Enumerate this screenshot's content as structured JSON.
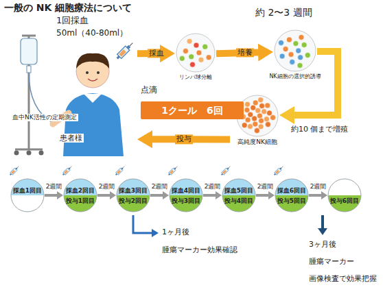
{
  "diagram": {
    "title": "一般の NK 細胞療法について",
    "nodes": [
      {
        "text": [
          "患者様"
        ]
      },
      {
        "text": [
          "リンパ球分離"
        ]
      },
      {
        "text": [
          "NK細胞の選択的誘導"
        ]
      },
      {
        "text": [
          "高純度NK細胞"
        ]
      },
      {
        "text": [
          "1クール　6回"
        ]
      },
      {
        "text": [
          "採血1回目"
        ]
      },
      {
        "text": [
          "採血2回目",
          "投与1回目"
        ]
      },
      {
        "text": [
          "採血3回目",
          "投与2回目"
        ]
      },
      {
        "text": [
          "採血4回目",
          "投与3回目"
        ]
      },
      {
        "text": [
          "採血5回目",
          "投与4回目"
        ]
      },
      {
        "text": [
          "採血6回目",
          "投与5回目"
        ]
      },
      {
        "text": [
          "投与6回目"
        ]
      }
    ],
    "edges": [
      {
        "from": 0,
        "to": 1,
        "label": "採血",
        "arrow": "to"
      },
      {
        "from": 1,
        "to": 2,
        "label": "培養",
        "arrow": "to"
      },
      {
        "from": 2,
        "to": 3,
        "arrow": "to"
      },
      {
        "from": 3,
        "to": 0,
        "label": "投与",
        "arrow": "to"
      },
      {
        "from": 5,
        "to": 6,
        "label": "2週間",
        "arrow": "to"
      },
      {
        "from": 6,
        "to": 7,
        "label": "2週間",
        "arrow": "to"
      },
      {
        "from": 7,
        "to": 8,
        "label": "2週間",
        "arrow": "to"
      },
      {
        "from": 8,
        "to": 9,
        "label": "2週間",
        "arrow": "to"
      },
      {
        "from": 9,
        "to": 10,
        "label": "2週間",
        "arrow": "to"
      },
      {
        "from": 10,
        "to": 11,
        "label": "2週間",
        "arrow": "to"
      }
    ],
    "labels": [
      "1回採血",
      "50ml（40-80ml）",
      "約 2〜3 週間",
      "約10 個まで増殖",
      "点滴",
      "血中NK活性の定期測定",
      "1ヶ月後",
      "腫瘍マーカー効果確認",
      "3ヶ月後",
      "腫瘍マーカー",
      "画像検査で効果把握"
    ]
  }
}
